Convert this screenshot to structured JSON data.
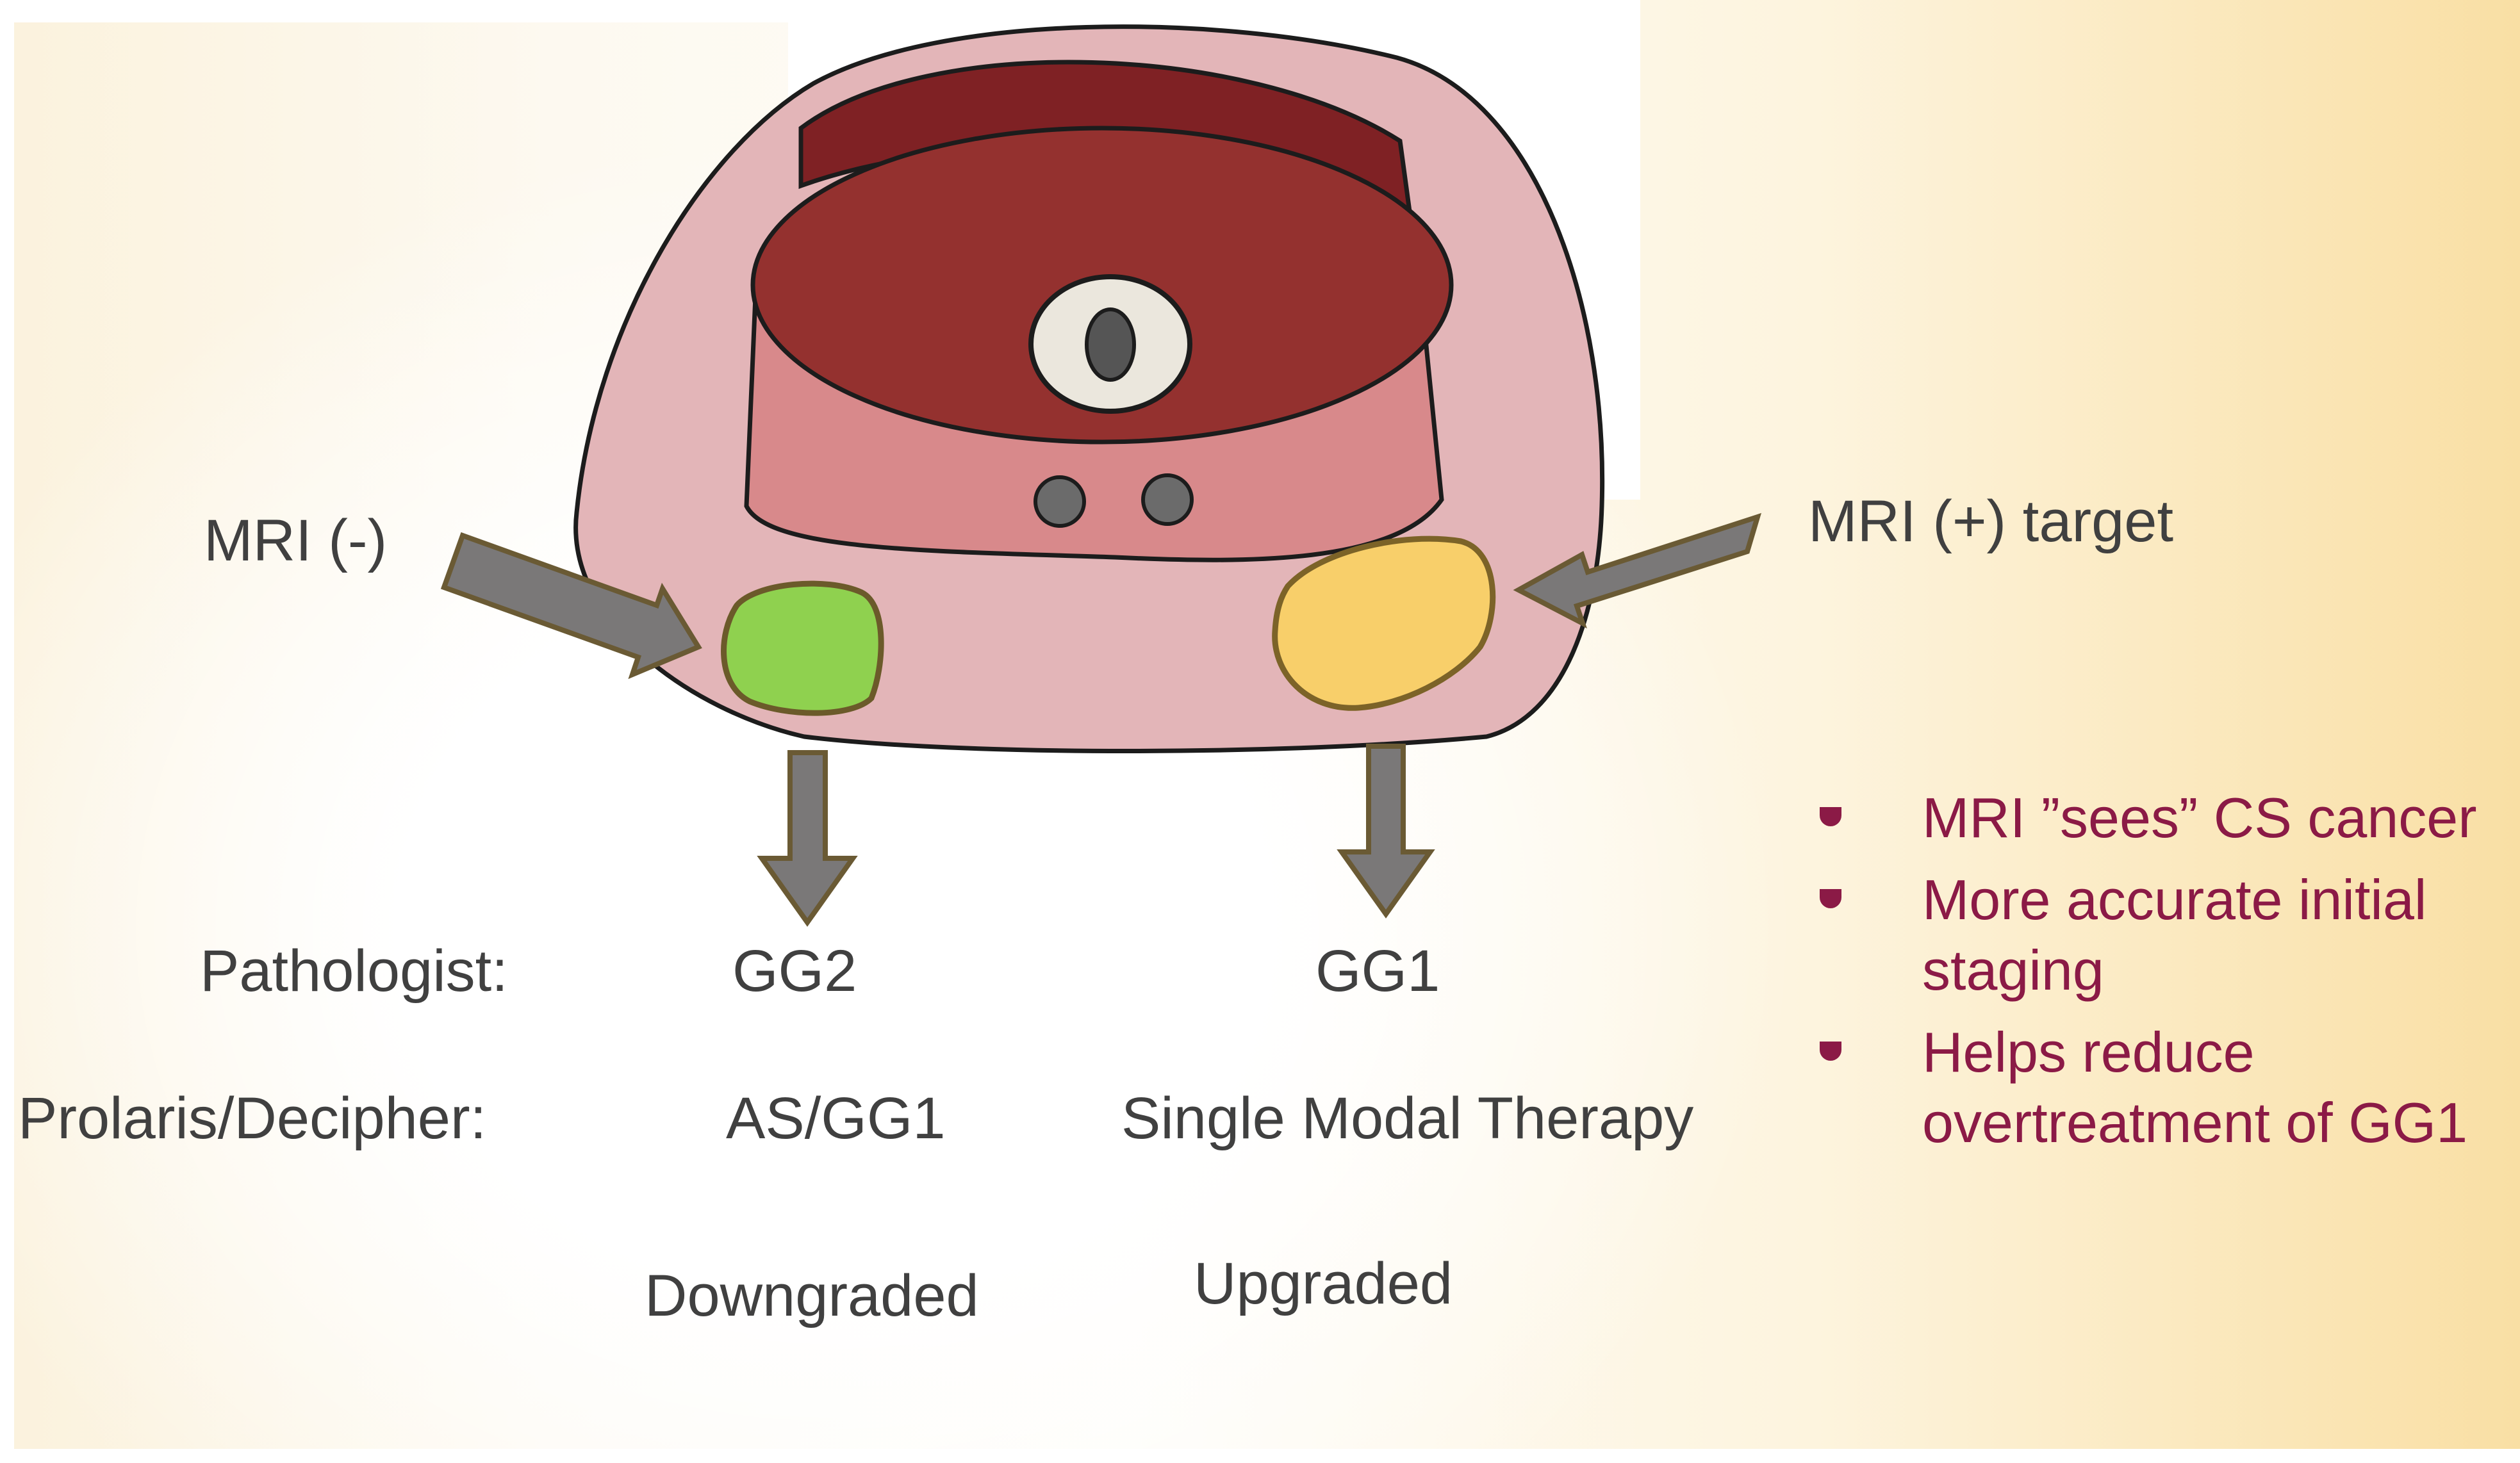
{
  "labels": {
    "mri_negative": "MRI (-)",
    "mri_positive": "MRI (+) target",
    "pathologist": "Pathologist:",
    "pathologist_left": "GG2",
    "pathologist_right": "GG1",
    "prolaris": "Prolaris/Decipher:",
    "prolaris_left": "AS/GG1",
    "prolaris_right": "Single Modal Therapy",
    "outcome_left": "Downgraded",
    "outcome_right": "Upgraded"
  },
  "bullets": [
    {
      "text": "MRI ”sees” CS cancer"
    },
    {
      "text": "More accurate initial staging"
    },
    {
      "text": "Helps reduce overtreatment of GG1"
    }
  ],
  "colors": {
    "gland_outer": "#e3b5b8",
    "transition_zone": "#d8898b",
    "urethra_dark": "#94312f",
    "lesion_negative": "#8fd14f",
    "lesion_positive": "#f8cf6a",
    "arrow_fill": "#7a7878",
    "arrow_stroke": "#6a5a34",
    "text": "#404040",
    "bullet_text": "#8b1a46"
  }
}
